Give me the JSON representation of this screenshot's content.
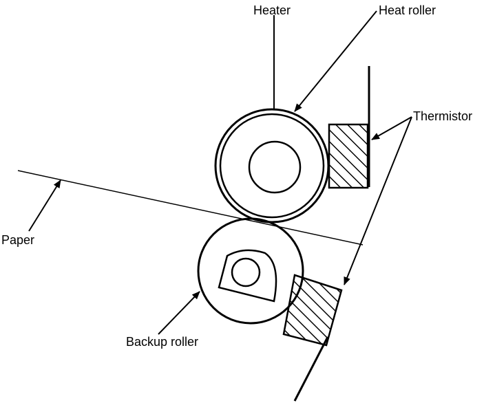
{
  "labels": {
    "heater": "Heater",
    "heat_roller": "Heat roller",
    "thermistor": "Thermistor",
    "paper": "Paper",
    "backup_roller": "Backup roller"
  },
  "colors": {
    "line": "#000000",
    "background": "#ffffff"
  }
}
